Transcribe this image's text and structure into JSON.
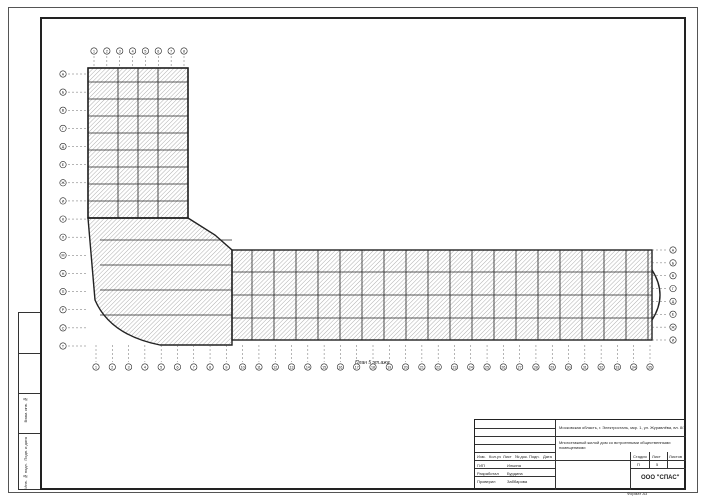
{
  "drawing": {
    "plan_title": "План 5 эт.ажа",
    "axis_labels_bottom": [
      "1",
      "2",
      "3",
      "4",
      "5",
      "6",
      "7",
      "8",
      "9",
      "10",
      "11",
      "12",
      "13",
      "14",
      "15",
      "16",
      "17",
      "18",
      "19",
      "20",
      "21",
      "22",
      "23",
      "24",
      "25",
      "26",
      "27",
      "28",
      "29",
      "30",
      "31",
      "32",
      "33",
      "34",
      "35"
    ],
    "axis_labels_top": [
      "1",
      "2",
      "3",
      "4",
      "5",
      "6",
      "7",
      "8"
    ],
    "axis_labels_left": [
      "А",
      "Б",
      "В",
      "Г",
      "Д",
      "Е",
      "Ж",
      "И",
      "К",
      "Л",
      "М",
      "Н",
      "П",
      "Р",
      "С",
      "Т"
    ],
    "axis_labels_right": [
      "А",
      "Б",
      "В",
      "Г",
      "Д",
      "Е",
      "Ж",
      "И"
    ]
  },
  "title_block": {
    "address": "Московская область, г. Электросталь, мкр. 1, ул. Журавлёва, вл. 8/1",
    "object": "Многоэтажный жилой дом со встроенными общественными помещениями",
    "stage_header": "Стадия",
    "sheet_header": "Лист",
    "sheets_header": "Листов",
    "stage": "П",
    "sheet": "5",
    "organization": "ООО \"СПАС\"",
    "format": "Формат А3",
    "rows": [
      "Изм.",
      "Кол.уч",
      "Лист",
      "№ док.",
      "Подп.",
      "Дата"
    ],
    "roles": [
      "ГИП",
      "Разработал",
      "Проверил"
    ],
    "names": [
      "Ильина",
      "Бурдина",
      "Заббарова"
    ]
  },
  "binding_strip": {
    "labels": [
      "Взам. инв. №",
      "Подп. и дата",
      "Инв. № подл."
    ]
  },
  "colors": {
    "line": "#222222",
    "hatch": "#555555",
    "paper": "#ffffff"
  }
}
